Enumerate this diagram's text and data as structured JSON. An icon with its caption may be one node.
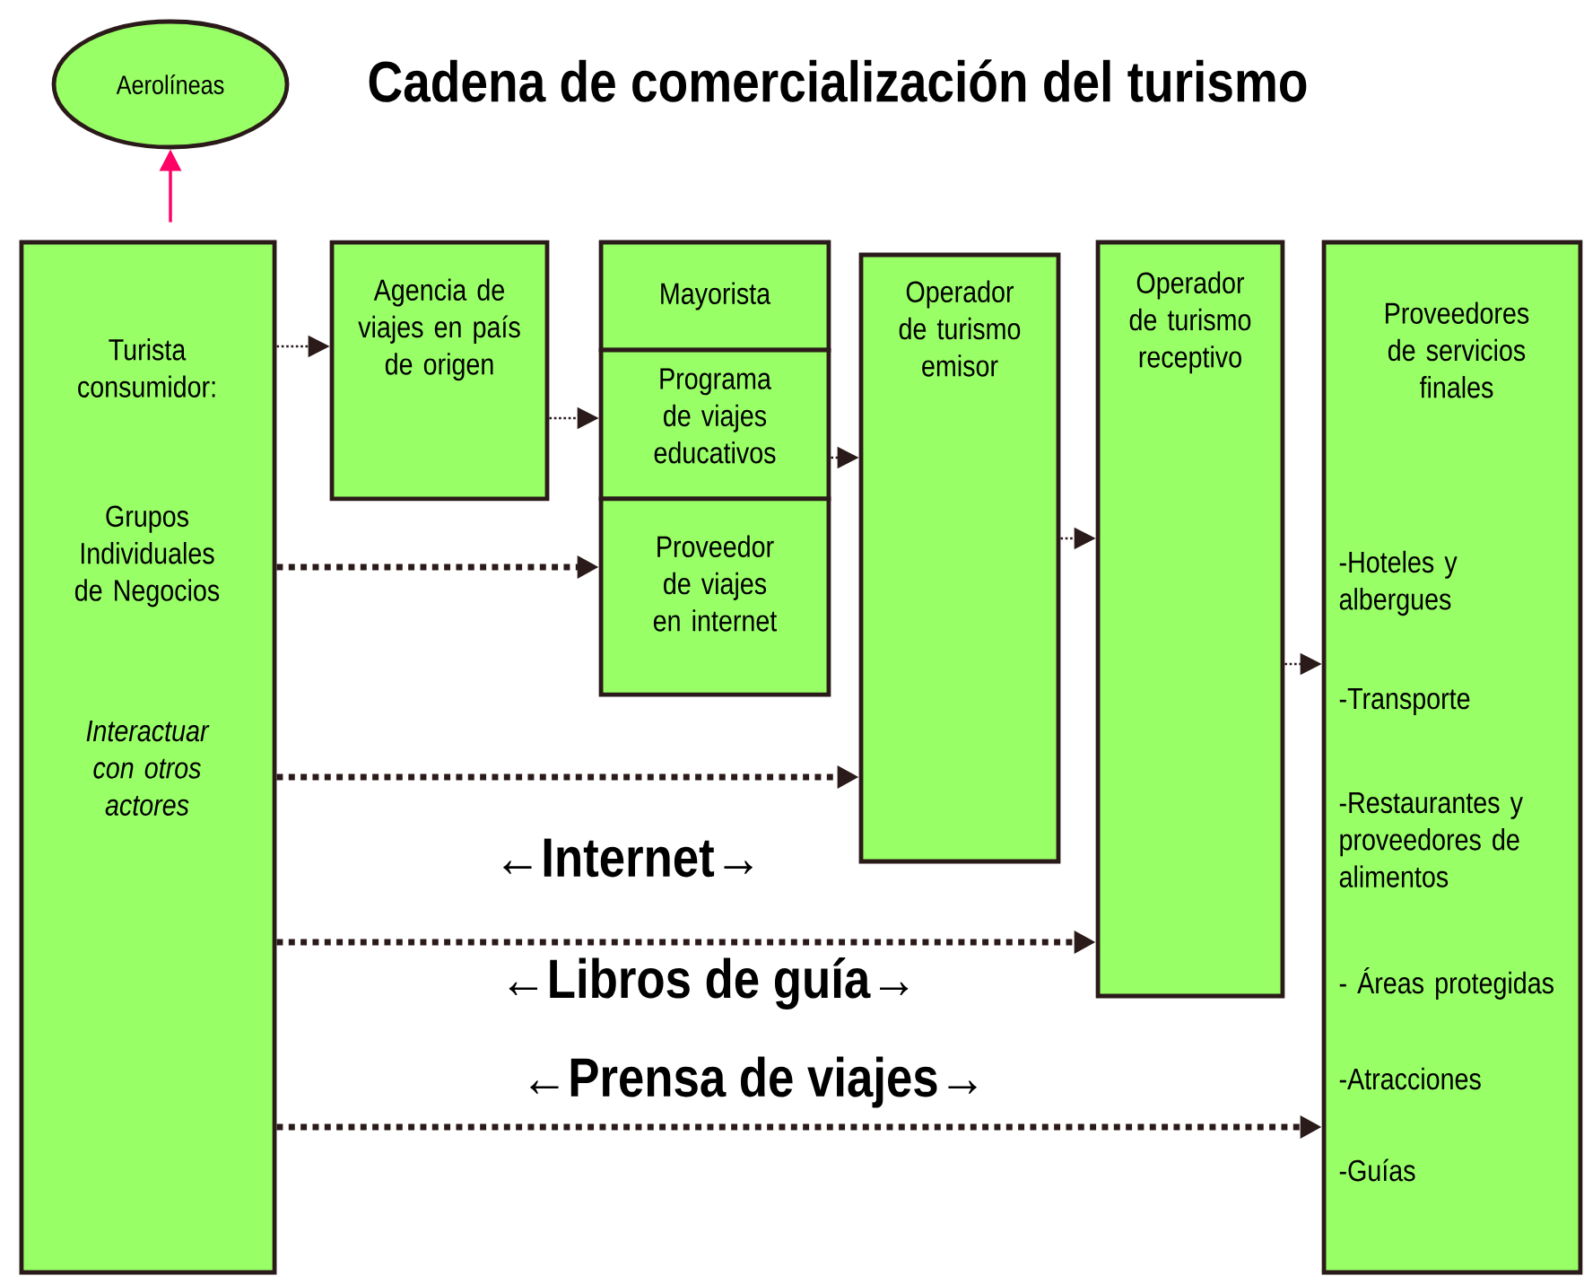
{
  "diagram": {
    "title": "Cadena de comercialización del turismo",
    "nodes": [
      {
        "text": [
          "Aerolíneas"
        ]
      },
      {
        "text": [
          "Turista consumidor:",
          "Grupos Individuales de Negocios",
          "Interactuar con otros actores"
        ]
      },
      {
        "text": [
          "Agencia de viajes en país de origen"
        ]
      },
      {
        "text": [
          "Mayorista"
        ]
      },
      {
        "text": [
          "Programa de viajes educativos"
        ]
      },
      {
        "text": [
          "Proveedor de viajes en internet"
        ]
      },
      {
        "text": [
          "Operador de turismo emisor"
        ]
      },
      {
        "text": [
          "Operador de turismo receptivo"
        ]
      },
      {
        "text": [
          "Proveedores de servicios finales",
          "-Hoteles y albergues",
          "-Transporte",
          "-Restaurantes y proveedores de alimentos",
          "- Áreas protegidas",
          "-Atracciones",
          "-Guías"
        ]
      }
    ],
    "edges": [
      {
        "from": 1,
        "to": 0,
        "arrow": "to",
        "color": "#ff0066"
      },
      {
        "from": 1,
        "to": 2,
        "arrow": "to",
        "style": "dashed"
      },
      {
        "from": 2,
        "to": 4,
        "arrow": "to",
        "style": "dashed"
      },
      {
        "from": 1,
        "to": 5,
        "arrow": "to",
        "style": "dashed"
      },
      {
        "from": 4,
        "to": 6,
        "arrow": "to",
        "style": "dashed"
      },
      {
        "from": 6,
        "to": 7,
        "arrow": "to",
        "style": "dashed"
      },
      {
        "from": 7,
        "to": 8,
        "arrow": "to",
        "style": "dashed"
      },
      {
        "from": 1,
        "to": 6,
        "arrow": "to",
        "style": "dashed",
        "label": "←Internet→"
      },
      {
        "from": 1,
        "to": 7,
        "arrow": "to",
        "style": "dashed",
        "label": "←Libros de guía→"
      },
      {
        "from": 1,
        "to": 8,
        "arrow": "to",
        "style": "dashed",
        "label": "←Prensa de viajes→"
      }
    ]
  }
}
